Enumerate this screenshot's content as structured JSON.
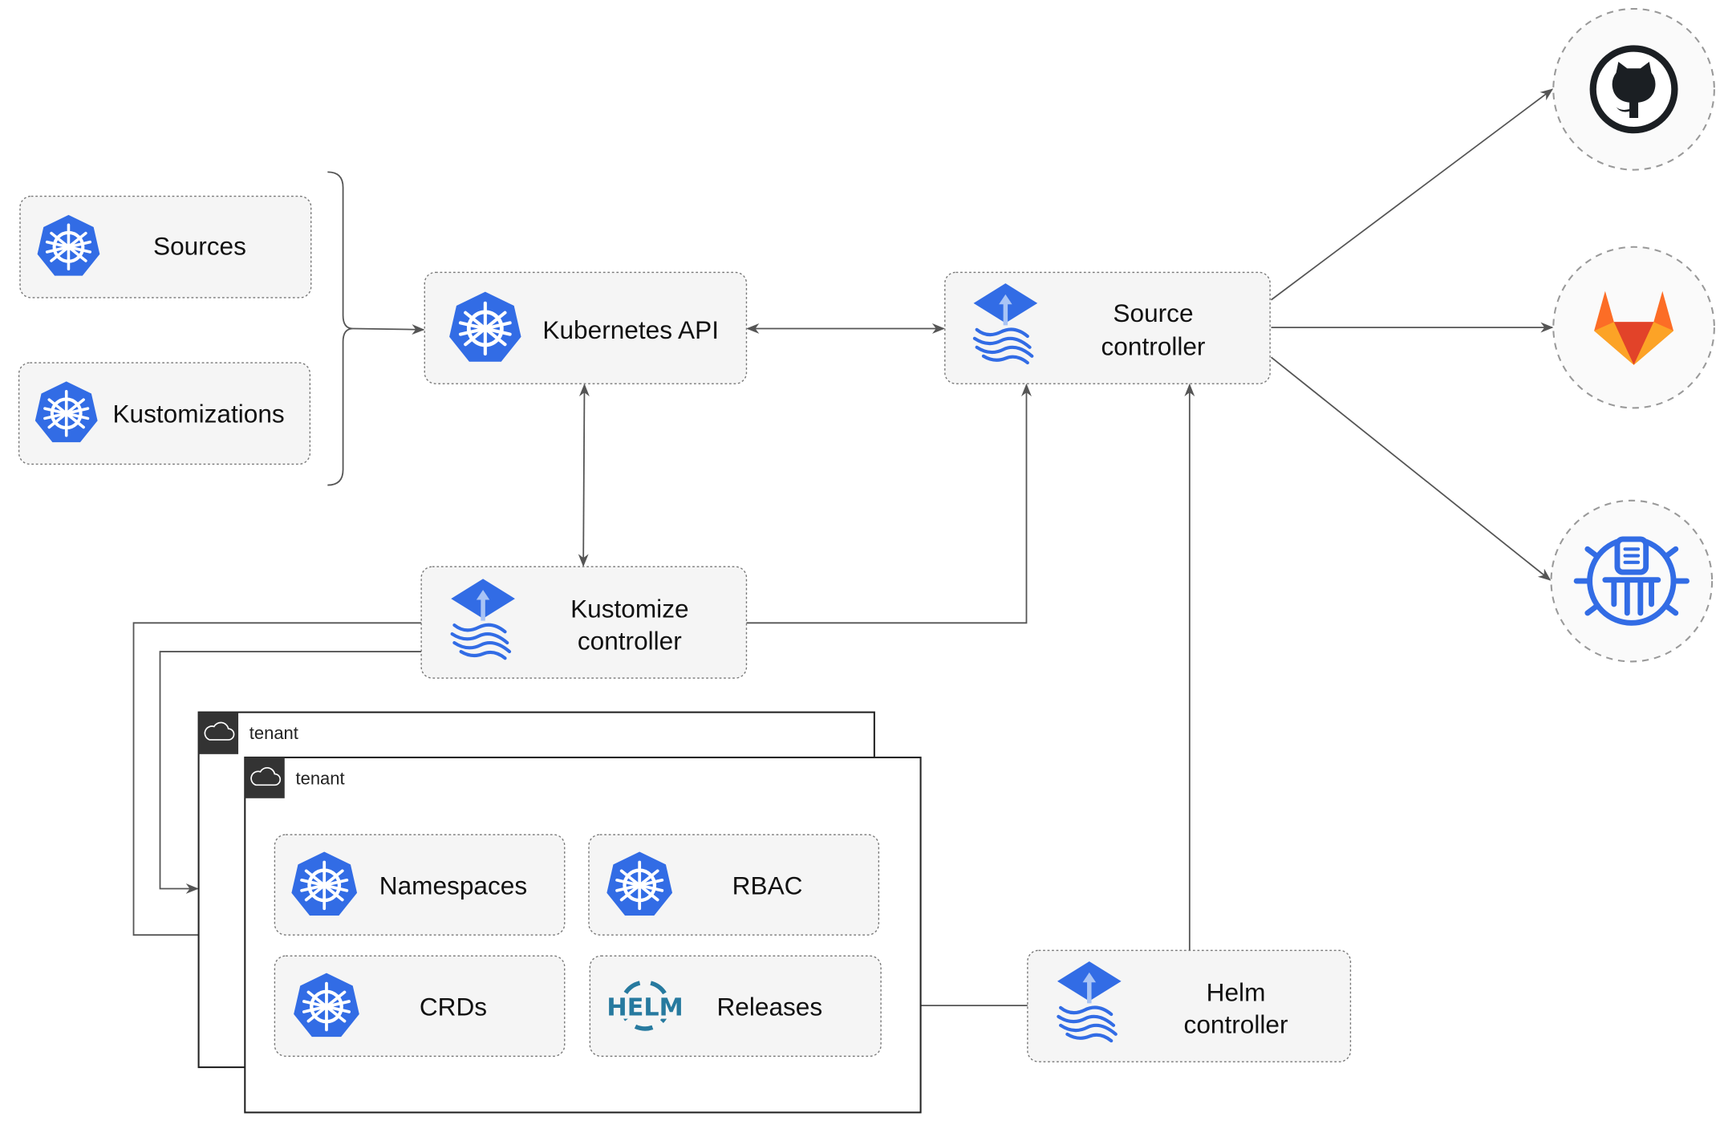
{
  "nodes": {
    "sources": "Sources",
    "kustomizations": "Kustomizations",
    "kubernetes_api": "Kubernetes API",
    "source_controller": [
      "Source",
      "controller"
    ],
    "kustomize_controller": [
      "Kustomize",
      "controller"
    ],
    "helm_controller": [
      "Helm",
      "controller"
    ],
    "namespaces": "Namespaces",
    "rbac": "RBAC",
    "crds": "CRDs",
    "releases": "Releases"
  },
  "tenants": [
    "tenant",
    "tenant"
  ],
  "helm_logo_text": "HELM",
  "external_sources": [
    "github-icon",
    "gitlab-icon",
    "bucket-icon"
  ],
  "colors": {
    "kubernetes_blue": "#326ce5",
    "helm_blue": "#277a9f",
    "gitlab_orange": "#e24329",
    "github_dark": "#1b1f23",
    "tenant_header": "#333333"
  }
}
